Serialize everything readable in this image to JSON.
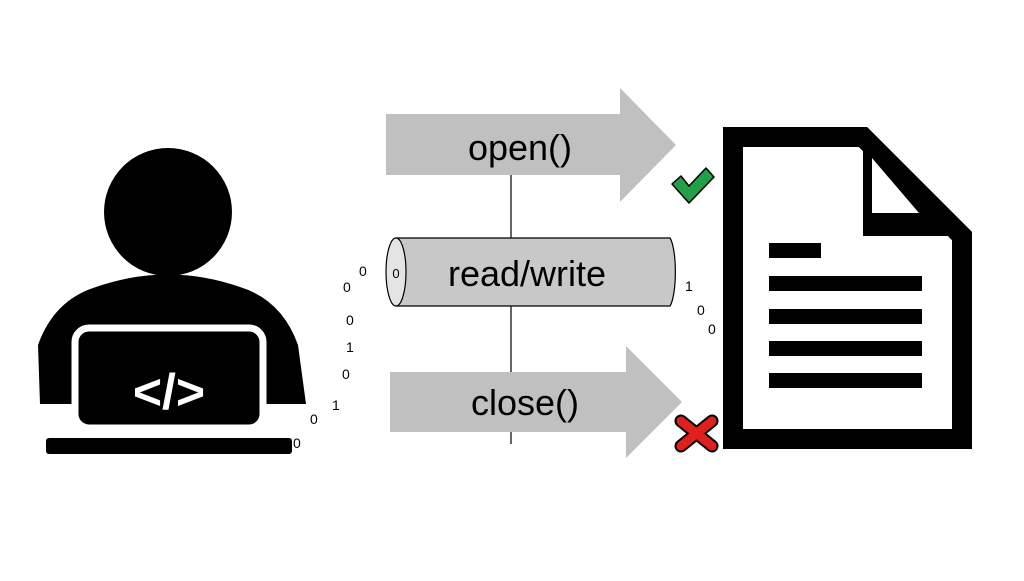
{
  "diagram": {
    "open_label": "open()",
    "readwrite_label": "read/write",
    "close_label": "close()",
    "pipe_inner_digit": "0",
    "left_bits": [
      "0",
      "0",
      "0",
      "1",
      "0",
      "1",
      "0",
      "0"
    ],
    "right_bits": [
      "1",
      "0",
      "0"
    ],
    "code_symbol": "</>",
    "icons": {
      "developer": "person-laptop-icon",
      "document": "document-icon",
      "success": "checkmark-icon",
      "failure": "cross-icon"
    },
    "colors": {
      "arrow": "#c0c0c0",
      "pipe": "#c8c8c8",
      "ink": "#000000",
      "check": "#22a047",
      "cross": "#e0201c"
    }
  }
}
